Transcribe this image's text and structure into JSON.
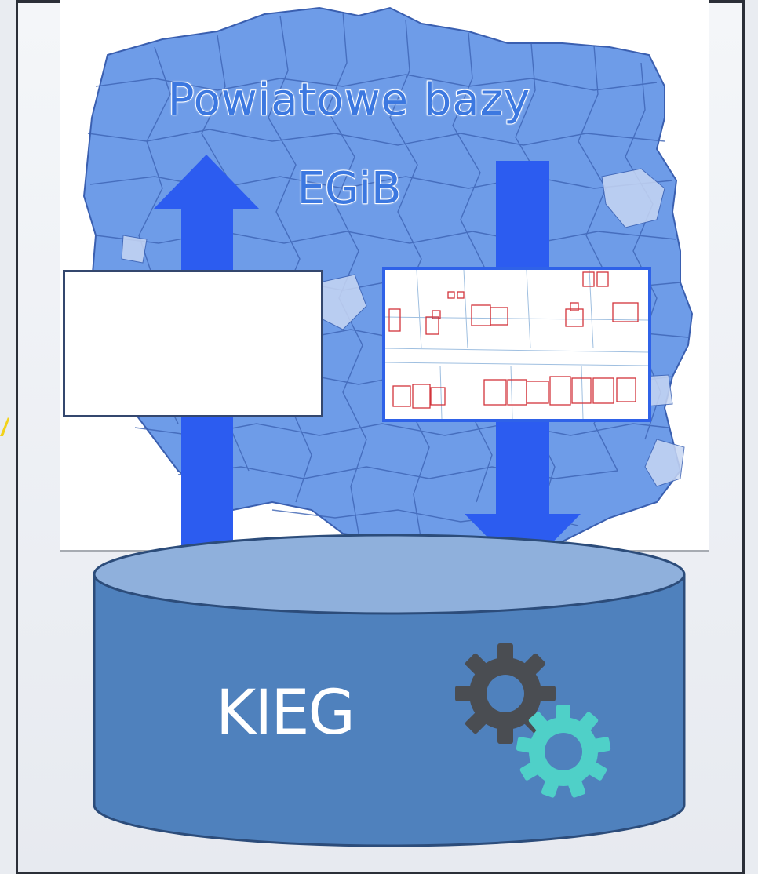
{
  "diagram": {
    "title_line1": "Powiatowe bazy",
    "title_line2": "EGiB",
    "database_label": "KIEG",
    "colors": {
      "map_fill": "#6e9ce8",
      "arrow": "#2c5cf0",
      "database_top": "#8fb0dc",
      "database_body": "#4f81bd",
      "gear_dark": "#4a4d52",
      "gear_teal": "#4fd0c8"
    },
    "icons": [
      "gear-icon",
      "gear-icon"
    ]
  }
}
